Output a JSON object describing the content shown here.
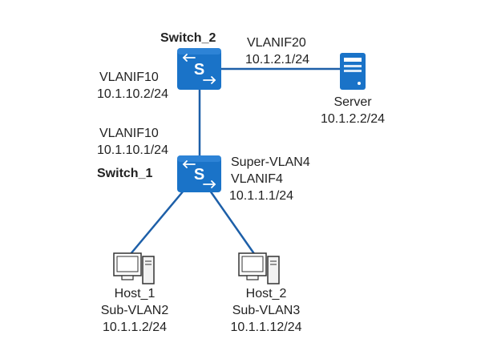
{
  "colors": {
    "switch_fill": "#1a73c8",
    "switch_top": "#3a8ee0",
    "link": "#1d5fa8",
    "host_fill": "#ffffff",
    "host_stroke": "#333333",
    "server_fill": "#1a73c8",
    "text": "#222222"
  },
  "switch2": {
    "name": "Switch_2",
    "icon": "switch-icon",
    "if_up_name": "VLANIF20",
    "if_up_ip": "10.1.2.1/24",
    "if_left_name": "VLANIF10",
    "if_left_ip": "10.1.10.2/24"
  },
  "server": {
    "icon": "server-icon",
    "name": "Server",
    "ip": "10.1.2.2/24"
  },
  "switch1": {
    "name": "Switch_1",
    "icon": "switch-icon",
    "if_up_name": "VLANIF10",
    "if_up_ip": "10.1.10.1/24",
    "super_vlan": "Super-VLAN4",
    "vlanif": "VLANIF4",
    "vlanif_ip": "10.1.1.1/24"
  },
  "host1": {
    "icon": "pc-icon",
    "name": "Host_1",
    "vlan": "Sub-VLAN2",
    "ip": "10.1.1.2/24"
  },
  "host2": {
    "icon": "pc-icon",
    "name": "Host_2",
    "vlan": "Sub-VLAN3",
    "ip": "10.1.1.12/24"
  }
}
